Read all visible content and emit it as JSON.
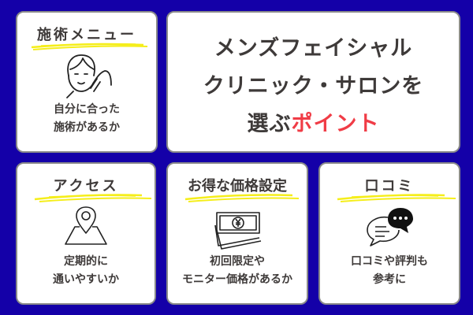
{
  "cards": {
    "menu": {
      "title": "施術メニュー",
      "desc_line1": "自分に合った",
      "desc_line2": "施術があるか",
      "icon": "face-care-icon"
    },
    "main": {
      "line1": "メンズフェイシャル",
      "line2": "クリニック・サロンを",
      "line3_prefix": "選ぶ",
      "line3_accent": "ポイント"
    },
    "access": {
      "title": "アクセス",
      "desc_line1": "定期的に",
      "desc_line2": "通いやすいか",
      "icon": "map-pin-icon"
    },
    "price": {
      "title": "お得な価格設定",
      "desc_line1": "初回限定や",
      "desc_line2": "モニター価格があるか",
      "icon": "yen-bills-icon"
    },
    "reviews": {
      "title": "口コミ",
      "desc_line1": "口コミや評判も",
      "desc_line2": "参考に",
      "icon": "chat-bubbles-icon"
    }
  },
  "colors": {
    "background": "#1400a8",
    "accent": "#f03c46",
    "highlight": "#f5ee1a",
    "text": "#3e3a39"
  }
}
